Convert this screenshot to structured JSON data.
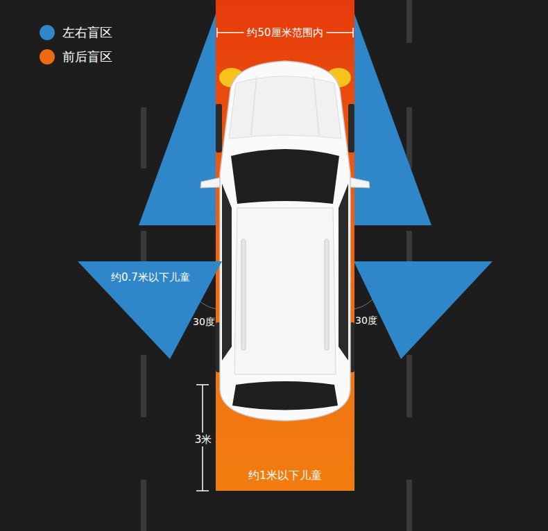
{
  "diagram": {
    "nodes": [
      {
        "text": [
          "约50厘米范围内",
          "约1米以下儿童"
        ]
      },
      {
        "text": [
          "约0.7米以下儿童"
        ]
      }
    ],
    "labels": [
      "30度",
      "30度",
      "3米"
    ],
    "legend": [
      {
        "text": "左右盲区",
        "color": "#2f86c9"
      },
      {
        "text": "前后盲区",
        "color": "#ee6a10"
      }
    ]
  }
}
